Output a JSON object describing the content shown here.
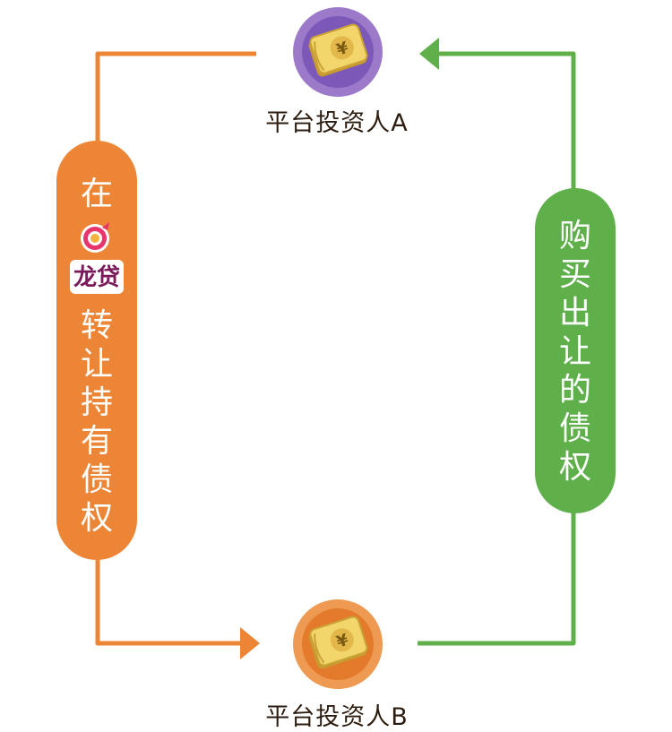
{
  "colors": {
    "orange": "#ec8535",
    "green": "#5fb04b",
    "purple_ring": "#9c7ac9",
    "orange_ring": "#ef9a52",
    "money": "#f2d56b",
    "text": "#2d1d10"
  },
  "nodes": {
    "investor_a": {
      "label": "平台投资人A",
      "icon": "money-stack-icon"
    },
    "investor_b": {
      "label": "平台投资人B",
      "icon": "money-stack-icon"
    }
  },
  "left_pill": {
    "prefix": [
      "在"
    ],
    "logo_text": "龙贷",
    "suffix": [
      "转",
      "让",
      "持",
      "有",
      "债",
      "权"
    ]
  },
  "right_pill": {
    "chars": [
      "购",
      "买",
      "出",
      "让",
      "的",
      "债",
      "权"
    ]
  }
}
